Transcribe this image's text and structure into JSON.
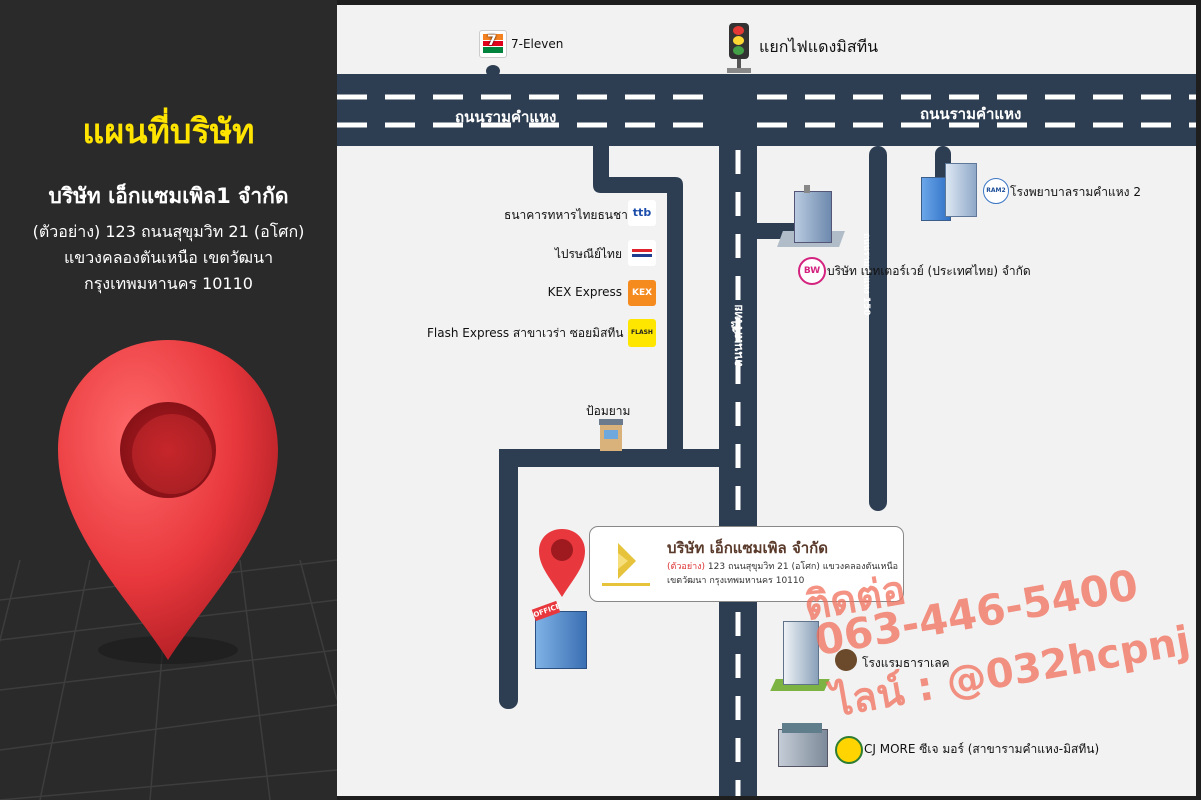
{
  "left_panel": {
    "title": "แผนที่บริษัท",
    "company": "บริษัท เอ็กแซมเพิล1 จำกัด",
    "address_lines": [
      "(ตัวอย่าง) 123 ถนนสุขุมวิท 21 (อโศก)",
      "แขวงคลองตันเหนือ เขตวัฒนา",
      "กรุงเทพมหานคร 10110"
    ]
  },
  "map": {
    "roads": {
      "ramkhamhaeng_left": "ถนนรามคำแหง",
      "ramkhamhaeng_right": "ถนนรามคำแหง",
      "seri_thai_vertical": "ถนนเสรีไทย",
      "soi_150": "ถนนรามคำแหง 150"
    },
    "landmarks": {
      "seven_eleven": "7-Eleven",
      "traffic_light": "แยกไฟแดงมิสทีน",
      "ttb": "ธนาคารทหารไทยธนชาต",
      "thai_post": "ไปรษณีย์ไทย",
      "kex": "KEX Express",
      "flash": "Flash Express สาขาเวร่า ซอยมิสทีน",
      "police_box": "ป้อมยาม",
      "better_way": "บริษัท เบทเตอร์เวย์ (ประเทศไทย) จำกัด",
      "ram2_hospital": "โรงพยาบาลรามคำแหง 2",
      "hotel": "โรงแรมธาราเลค",
      "cj_more": "CJ MORE ซีเจ มอร์ (สาขารามคำแหง-มิสทีน)"
    },
    "icon_texts": {
      "seven_eleven_logo": "7",
      "ttb_logo": "ttb",
      "kex_logo": "KEX",
      "flash_logo": "FLASH",
      "bw_logo": "BW",
      "ram2_logo": "RAM2",
      "office_sign": "OFFICE"
    },
    "info_box": {
      "name": "บริษัท เอ็กแซมเพิล จำกัด",
      "addr_prefix": "(ตัวอย่าง)",
      "addr_line1": " 123 ถนนสุขุมวิท 21 (อโศก) แขวงคลองตันเหนือ",
      "addr_line2": "เขตวัฒนา กรุงเทพมหานคร 10110"
    },
    "contact": {
      "line1": "ติดต่อ",
      "line2": "063-446-5400",
      "line3": "ไลน์ : @032hcpnj"
    }
  },
  "colors": {
    "road": "#2e3e52",
    "accent_yellow": "#ffe400",
    "pin_red": "#e8383d",
    "contact_salmon": "#f07a66"
  }
}
